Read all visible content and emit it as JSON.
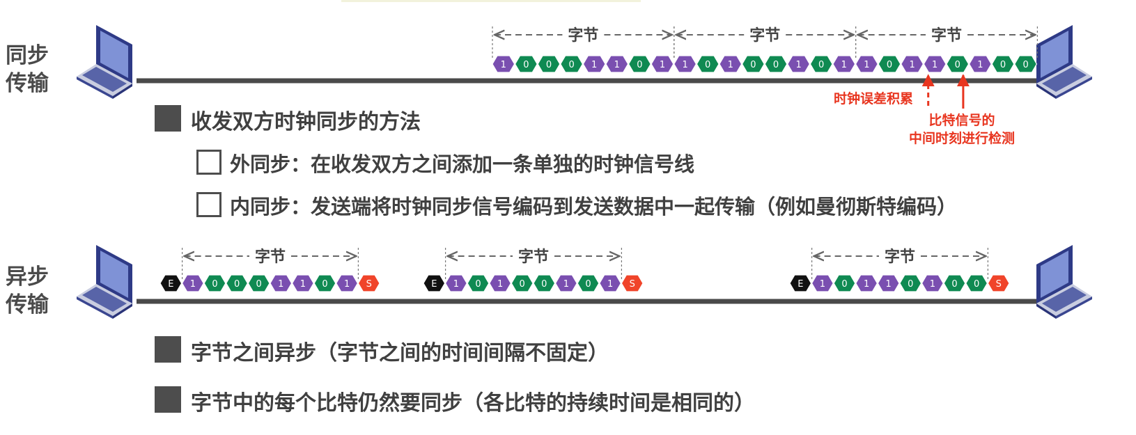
{
  "sync": {
    "label_line1": "同步",
    "label_line2": "传输",
    "byte_label": "字节",
    "bits": [
      "1",
      "0",
      "0",
      "0",
      "1",
      "1",
      "0",
      "1",
      "1",
      "0",
      "1",
      "0",
      "0",
      "1",
      "0",
      "1",
      "1",
      "0",
      "1",
      "1",
      "0",
      "1",
      "0",
      "0"
    ],
    "clock_error_note": "时钟误差积累",
    "detect_note_line1": "比特信号的",
    "detect_note_line2": "中间时刻进行检测"
  },
  "async": {
    "label_line1": "异步",
    "label_line2": "传输",
    "byte_label": "字节",
    "groups": [
      {
        "start": "E",
        "bits": [
          "1",
          "0",
          "0",
          "0",
          "1",
          "1",
          "0",
          "1"
        ],
        "stop": "S"
      },
      {
        "start": "E",
        "bits": [
          "1",
          "0",
          "1",
          "0",
          "0",
          "1",
          "0",
          "1"
        ],
        "stop": "S"
      },
      {
        "start": "E",
        "bits": [
          "1",
          "0",
          "1",
          "1",
          "0",
          "1",
          "0",
          "0"
        ],
        "stop": "S"
      }
    ]
  },
  "methods": {
    "heading": "收发双方时钟同步的方法",
    "external": "外同步：在收发双方之间添加一条单独的时钟信号线",
    "internal": "内同步：发送端将时钟同步信号编码到发送数据中一起传输（例如曼彻斯特编码）"
  },
  "async_points": {
    "point1": "字节之间异步（字节之间的时间间隔不固定）",
    "point2": "字节中的每个比特仍然要同步（各比特的持续时间是相同的）"
  },
  "colors": {
    "bit_one": "#7a4fb0",
    "bit_zero": "#0f8a52",
    "start_bit": "#111111",
    "stop_bit": "#f0442a",
    "wire": "#4a4a4a",
    "note_red": "#e8351f"
  },
  "icons": {
    "computer": "laptop-icon",
    "bullet_filled": "filled-square",
    "bullet_hollow": "hollow-square"
  }
}
